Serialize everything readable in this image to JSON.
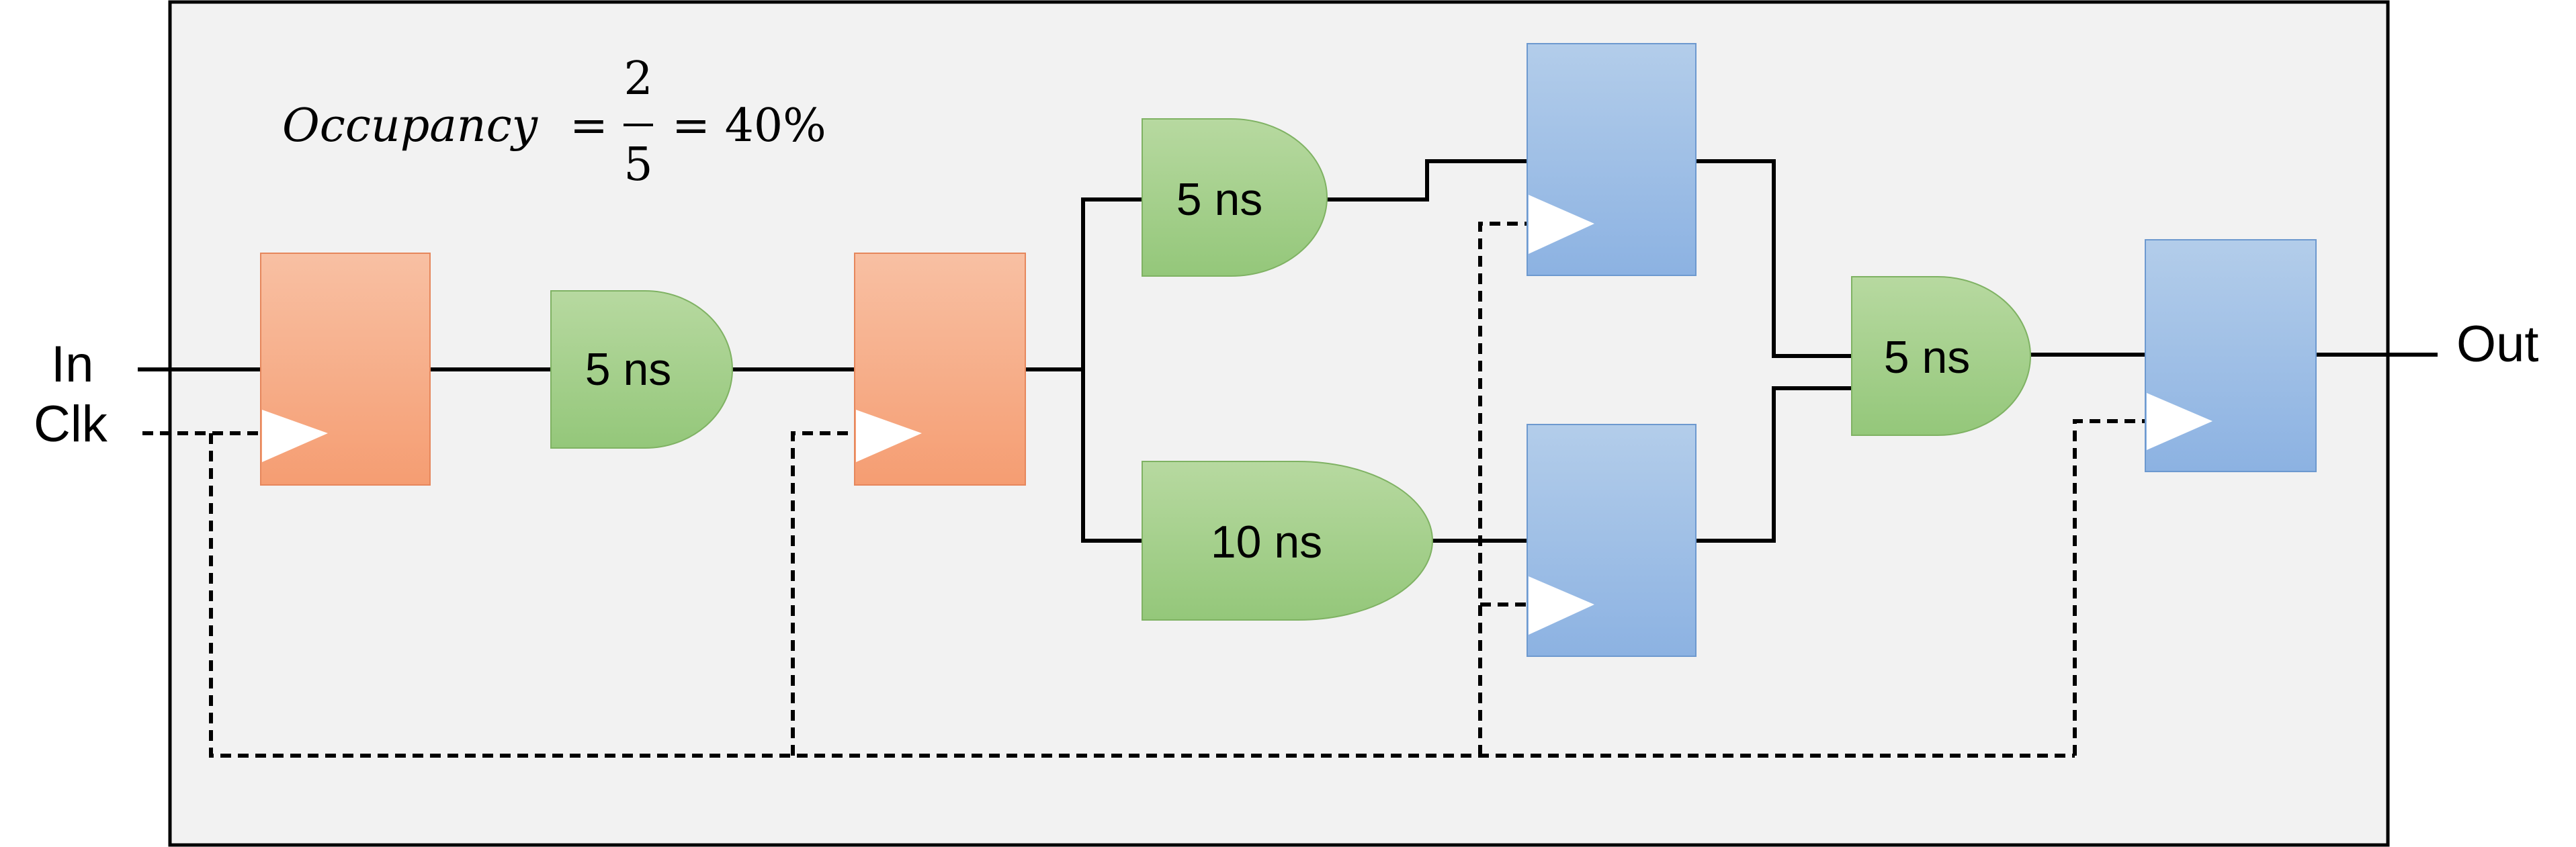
{
  "formula": {
    "lhs": "Occupancy",
    "equals": "=",
    "numerator": "2",
    "denominator": "5",
    "result": "= 40%"
  },
  "io": {
    "input_label": "In",
    "clock_label": "Clk",
    "output_label": "Out"
  },
  "gates": {
    "gate1": "5 ns",
    "gate_top": "5 ns",
    "gate_bottom": "10 ns",
    "gate_merge": "5 ns"
  },
  "colors": {
    "background_box": "#f2f2f2",
    "register_orange": "#f7a47a",
    "register_blue": "#8fb4e3",
    "gate_green": "#9ccb7d",
    "wire": "#000000"
  }
}
